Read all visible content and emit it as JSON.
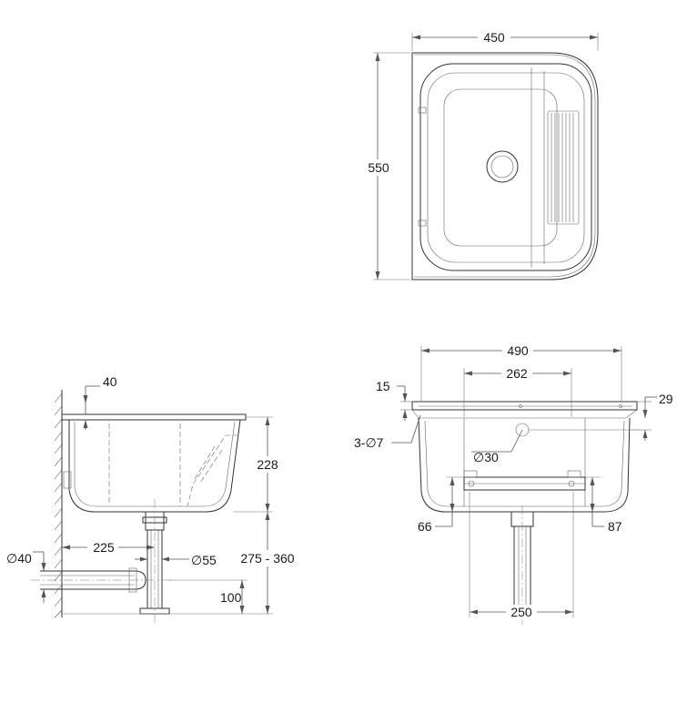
{
  "top_view": {
    "width": "450",
    "depth": "550"
  },
  "side_view": {
    "wall_offset": "40",
    "bowl_depth": "228",
    "wall_to_waste": "225",
    "waste_pipe_diameter": "∅55",
    "outlet_diameter": "∅40",
    "install_height": "275 - 360",
    "outlet_height": "100"
  },
  "front_view": {
    "overall_width": "490",
    "bracket_width": "262",
    "rim_thickness": "15",
    "rim_drop": "29",
    "fixing_holes": "3-∅7",
    "tap_hole": "∅30",
    "left_bracket_height": "66",
    "right_bracket_height": "87",
    "trap_spacing": "250"
  }
}
